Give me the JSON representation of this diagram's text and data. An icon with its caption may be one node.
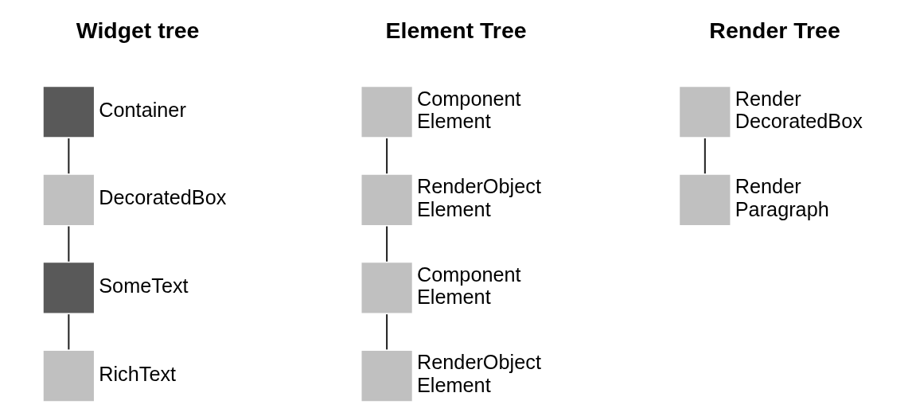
{
  "diagram": {
    "nodes": [
      {
        "text": [],
        "shape": "box",
        "beside": [
          "Container"
        ]
      },
      {
        "text": [],
        "shape": "box",
        "beside": [
          "DecoratedBox"
        ]
      },
      {
        "text": [],
        "shape": "box",
        "beside": [
          "SomeText"
        ]
      },
      {
        "text": [],
        "shape": "box",
        "beside": [
          "RichText"
        ]
      },
      {
        "text": [],
        "shape": "box",
        "beside": [
          "Component Element"
        ]
      },
      {
        "text": [],
        "shape": "box",
        "beside": [
          "RenderObject Element"
        ]
      },
      {
        "text": [],
        "shape": "box",
        "beside": [
          "Component Element"
        ]
      },
      {
        "text": [],
        "shape": "box",
        "beside": [
          "RenderObject Element"
        ]
      },
      {
        "text": [],
        "shape": "box",
        "beside": [
          "Render DecoratedBox"
        ]
      },
      {
        "text": [],
        "shape": "box",
        "beside": [
          "Render Paragraph"
        ]
      }
    ],
    "edges": [
      {
        "from": 0,
        "to": 1,
        "arrow": "none"
      },
      {
        "from": 1,
        "to": 2,
        "arrow": "none"
      },
      {
        "from": 2,
        "to": 3,
        "arrow": "none"
      },
      {
        "from": 4,
        "to": 5,
        "arrow": "none"
      },
      {
        "from": 5,
        "to": 6,
        "arrow": "none"
      },
      {
        "from": 6,
        "to": 7,
        "arrow": "none"
      },
      {
        "from": 8,
        "to": 9,
        "arrow": "none"
      }
    ],
    "labels": [
      "Widget tree",
      "Element Tree",
      "Render Tree"
    ]
  }
}
